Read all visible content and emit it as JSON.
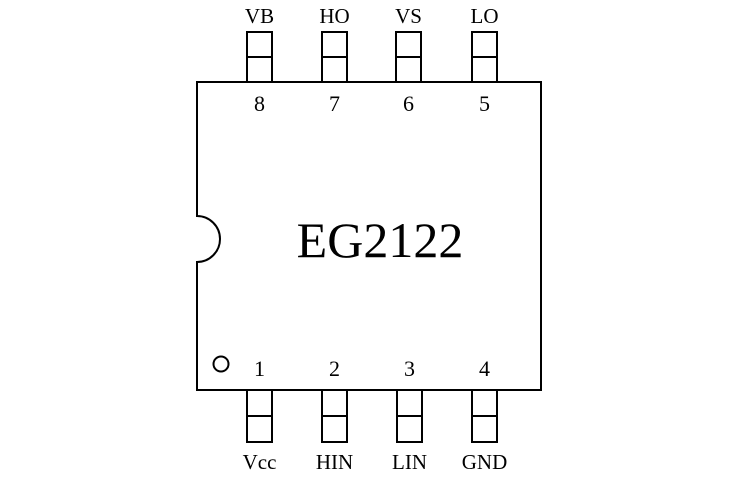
{
  "chip": {
    "part_number": "EG2122",
    "stroke_color": "#000000",
    "background": "#ffffff"
  },
  "pins": {
    "top": [
      {
        "number": "8",
        "name": "VB"
      },
      {
        "number": "7",
        "name": "HO"
      },
      {
        "number": "6",
        "name": "VS"
      },
      {
        "number": "5",
        "name": "LO"
      }
    ],
    "bottom": [
      {
        "number": "1",
        "name": "Vcc"
      },
      {
        "number": "2",
        "name": "HIN"
      },
      {
        "number": "3",
        "name": "LIN"
      },
      {
        "number": "4",
        "name": "GND"
      }
    ]
  }
}
